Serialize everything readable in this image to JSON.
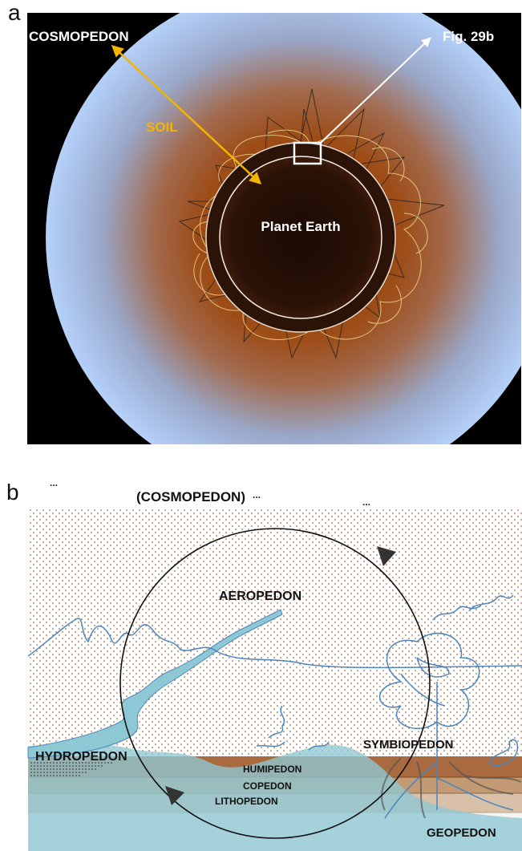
{
  "panel_a": {
    "letter": "a",
    "labels": {
      "cosmopedon": "COSMOPEDON",
      "soil": "SOIL",
      "fig_ref": "Fig. 29b",
      "planet": "Planet Earth"
    },
    "colors": {
      "background": "#000000",
      "outer_glow": "#a9c6f2",
      "soil_band": "#9a4a14",
      "core": "#1f0c04",
      "soil_arrow": "#f2b500",
      "ref_arrow": "#ffffff"
    }
  },
  "panel_b": {
    "letter": "b",
    "labels": {
      "cosmopedon": "(COSMOPEDON)",
      "ellipsis": "...",
      "aeropedon": "AEROPEDON",
      "symbiopedon": "SYMBIOPEDON",
      "hydropedon": "HYDROPEDON",
      "humipedon": "HUMIPEDON",
      "copedon": "COPEDON",
      "lithopedon": "LITHOPEDON",
      "geopedon": "GEOPEDON"
    },
    "colors": {
      "dots": "#b5643a",
      "water": "#8ec8d4",
      "water_line": "#4a86bf",
      "humus_layer": "#a86a3e",
      "copedon_layer": "#c49a74",
      "litho_layer": "#d9c0a8",
      "cycle": "#111111"
    }
  }
}
